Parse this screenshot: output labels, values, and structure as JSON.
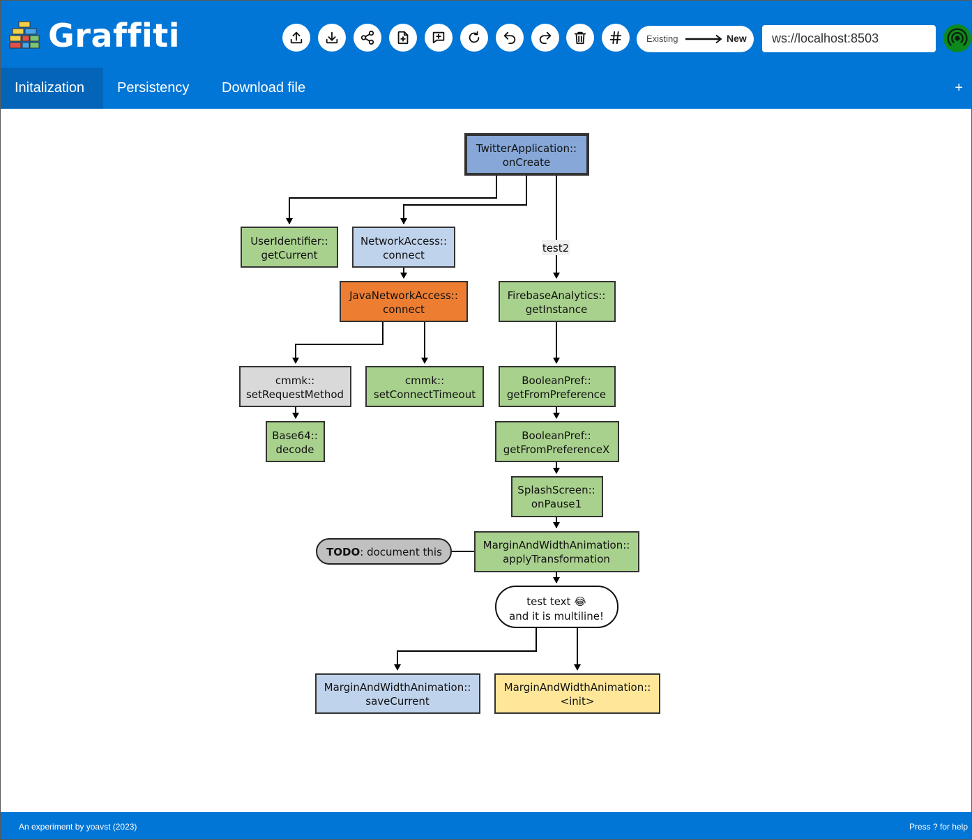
{
  "app": {
    "title": "Graffiti"
  },
  "toolbar": {
    "buttons": [
      {
        "name": "upload-button",
        "icon": "upload-icon"
      },
      {
        "name": "download-button",
        "icon": "download-icon"
      },
      {
        "name": "share-button",
        "icon": "share-icon"
      },
      {
        "name": "new-file-button",
        "icon": "file-plus-icon"
      },
      {
        "name": "add-comment-button",
        "icon": "message-plus-icon"
      },
      {
        "name": "refresh-button",
        "icon": "refresh-icon"
      },
      {
        "name": "undo-button",
        "icon": "undo-icon"
      },
      {
        "name": "redo-button",
        "icon": "redo-icon"
      },
      {
        "name": "delete-button",
        "icon": "trash-icon"
      },
      {
        "name": "hash-button",
        "icon": "hash-icon"
      }
    ],
    "mode_toggle": {
      "from_label": "Existing",
      "to_label": "New"
    },
    "ws_address": "ws://localhost:8503",
    "connection_icon": "broadcast-icon",
    "connection_color": "#0c8a1e"
  },
  "tabs": [
    {
      "label": "Initalization",
      "active": true
    },
    {
      "label": "Persistency",
      "active": false
    },
    {
      "label": "Download file",
      "active": false
    }
  ],
  "add_tab_label": "+",
  "graph": {
    "nodes": [
      {
        "id": "root",
        "lines": [
          "TwitterApplication::",
          "onCreate"
        ],
        "fill": "#86a7d7",
        "highlight": true
      },
      {
        "id": "userid",
        "lines": [
          "UserIdentifier::",
          "getCurrent"
        ],
        "fill": "#a9d18e"
      },
      {
        "id": "netaccess",
        "lines": [
          "NetworkAccess::",
          "connect"
        ],
        "fill": "#c0d3ec"
      },
      {
        "id": "javanet",
        "lines": [
          "JavaNetworkAccess::",
          "connect"
        ],
        "fill": "#ed7d31"
      },
      {
        "id": "setreq",
        "lines": [
          "cmmk::",
          "setRequestMethod"
        ],
        "fill": "#d9d9d9"
      },
      {
        "id": "settimeout",
        "lines": [
          "cmmk::",
          "setConnectTimeout"
        ],
        "fill": "#a9d18e"
      },
      {
        "id": "base64",
        "lines": [
          "Base64::",
          "decode"
        ],
        "fill": "#a9d18e"
      },
      {
        "id": "firebase",
        "lines": [
          "FirebaseAnalytics::",
          "getInstance"
        ],
        "fill": "#a9d18e"
      },
      {
        "id": "boolpref",
        "lines": [
          "BooleanPref::",
          "getFromPreference"
        ],
        "fill": "#a9d18e"
      },
      {
        "id": "boolprefx",
        "lines": [
          "BooleanPref::",
          "getFromPreferenceX"
        ],
        "fill": "#a9d18e"
      },
      {
        "id": "splash",
        "lines": [
          "SplashScreen::",
          "onPause1"
        ],
        "fill": "#a9d18e"
      },
      {
        "id": "margin_apply",
        "lines": [
          "MarginAndWidthAnimation::",
          "applyTransformation"
        ],
        "fill": "#a9d18e"
      },
      {
        "id": "note",
        "lines": [
          "test text 😂",
          "and it is multiline!"
        ],
        "fill": "#ffffff",
        "shape": "rounded"
      },
      {
        "id": "margin_save",
        "lines": [
          "MarginAndWidthAnimation::",
          "saveCurrent"
        ],
        "fill": "#c0d3ec"
      },
      {
        "id": "margin_init",
        "lines": [
          "MarginAndWidthAnimation::",
          "<init>"
        ],
        "fill": "#ffe699"
      }
    ],
    "todo": {
      "bold": "TODO",
      "rest": ": document this",
      "fill": "#c0c0c0"
    },
    "edge_label": "test2",
    "edges": [
      {
        "from": "root",
        "to": "userid"
      },
      {
        "from": "root",
        "to": "netaccess"
      },
      {
        "from": "root",
        "to": "firebase",
        "label": "test2"
      },
      {
        "from": "netaccess",
        "to": "javanet"
      },
      {
        "from": "javanet",
        "to": "setreq"
      },
      {
        "from": "javanet",
        "to": "settimeout"
      },
      {
        "from": "setreq",
        "to": "base64"
      },
      {
        "from": "firebase",
        "to": "boolpref"
      },
      {
        "from": "boolpref",
        "to": "boolprefx"
      },
      {
        "from": "boolprefx",
        "to": "splash"
      },
      {
        "from": "splash",
        "to": "margin_apply"
      },
      {
        "from": "margin_apply",
        "to": "note"
      },
      {
        "from": "note",
        "to": "margin_save"
      },
      {
        "from": "note",
        "to": "margin_init"
      }
    ]
  },
  "footer": {
    "left": "An experiment by yoavst (2023)",
    "right": "Press ? for help"
  }
}
